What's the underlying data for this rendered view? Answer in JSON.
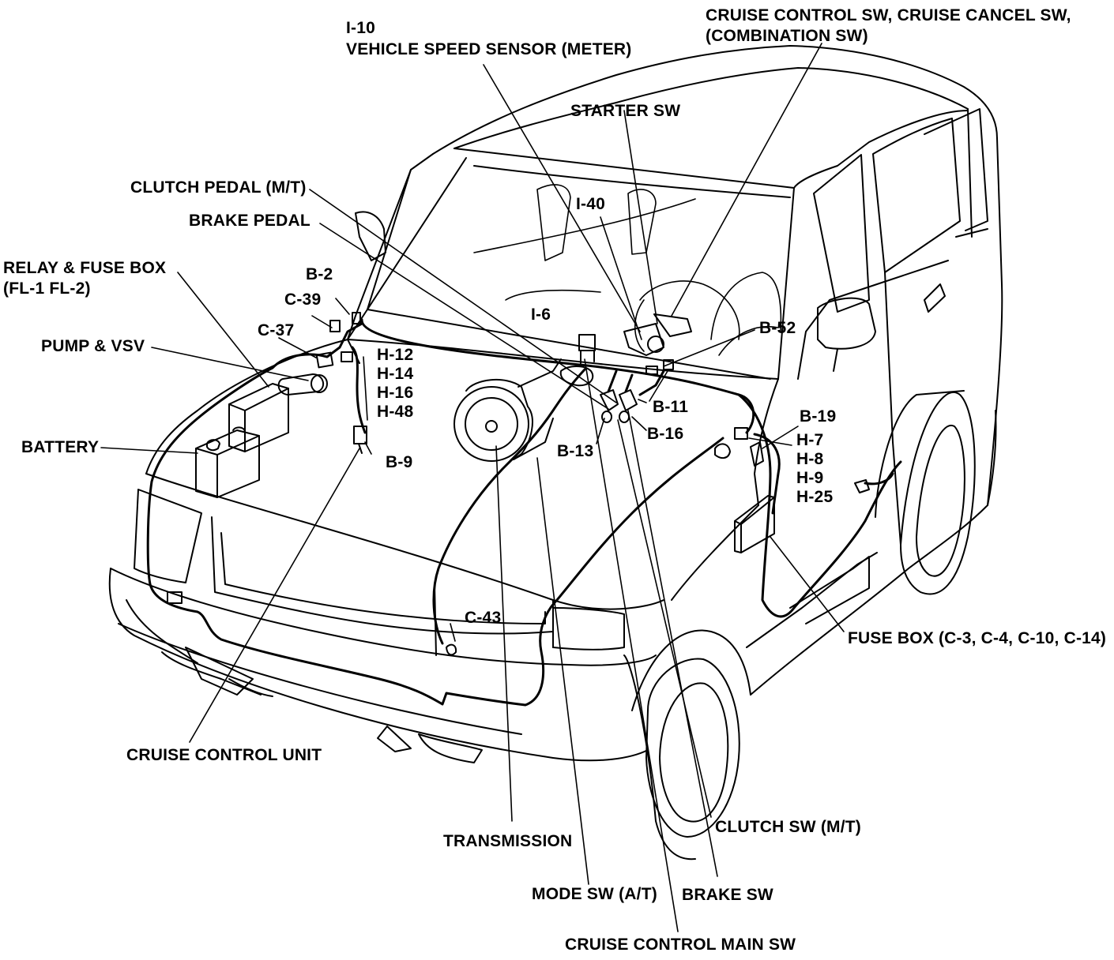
{
  "labels": {
    "i10_code": "I-10",
    "vehicle_speed_sensor": "VEHICLE SPEED SENSOR (METER)",
    "cruise_sw_line1": "CRUISE CONTROL SW, CRUISE CANCEL SW,",
    "cruise_sw_line2": "(COMBINATION SW)",
    "starter_sw": "STARTER SW",
    "clutch_pedal": "CLUTCH PEDAL (M/T)",
    "brake_pedal": "BRAKE PEDAL",
    "i40": "I-40",
    "relay_fuse_box_line1": "RELAY & FUSE BOX",
    "relay_fuse_box_line2": "(FL-1 FL-2)",
    "b2": "B-2",
    "c39": "C-39",
    "c37": "C-37",
    "pump_vsv": "PUMP & VSV",
    "i6": "I-6",
    "b52": "B-52",
    "h_group_1": [
      "H-12",
      "H-14",
      "H-16",
      "H-48"
    ],
    "b11": "B-11",
    "b16": "B-16",
    "b13": "B-13",
    "b9": "B-9",
    "battery": "BATTERY",
    "b19": "B-19",
    "h_group_2": [
      "H-7",
      "H-8",
      "H-9",
      "H-25"
    ],
    "c43": "C-43",
    "fuse_box": "FUSE BOX (C-3, C-4, C-10, C-14)",
    "cruise_control_unit": "CRUISE CONTROL UNIT",
    "clutch_sw": "CLUTCH SW (M/T)",
    "transmission": "TRANSMISSION",
    "mode_sw": "MODE SW (A/T)",
    "brake_sw": "BRAKE SW",
    "cruise_main_sw": "CRUISE CONTROL MAIN SW"
  }
}
